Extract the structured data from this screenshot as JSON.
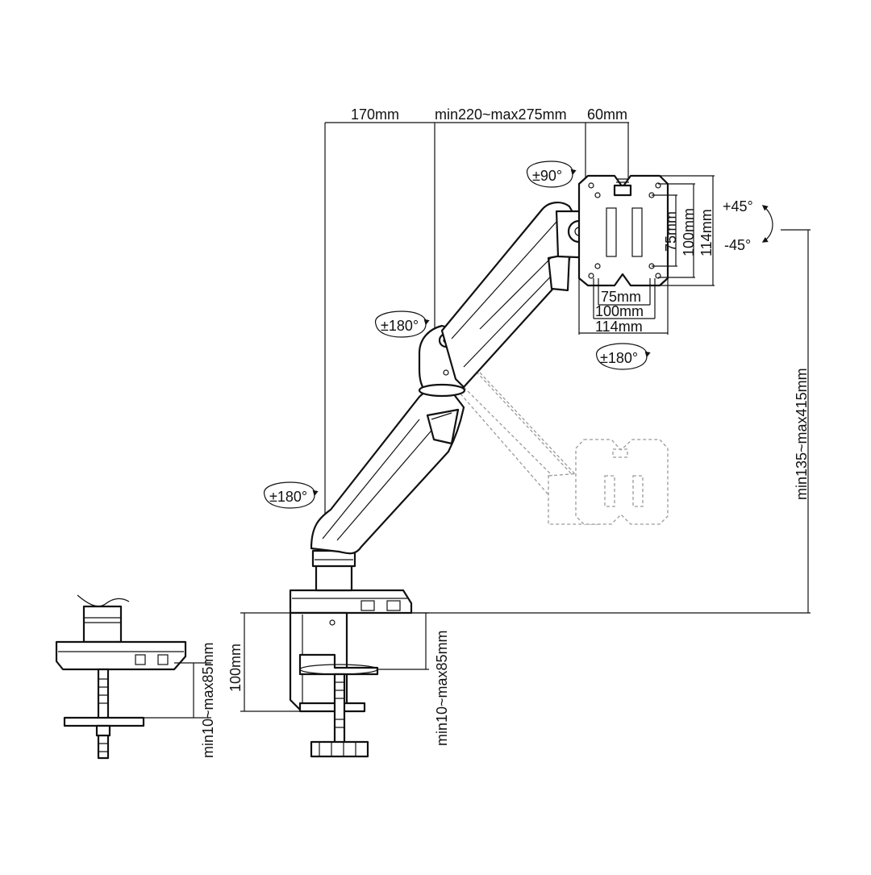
{
  "dimensions": {
    "arm_base_offset": "170mm",
    "arm_reach": "min220~max275mm",
    "head_depth": "60mm",
    "height_range": "min135~max415mm",
    "clamp_height": "100mm",
    "clamp_range_main": "min10~max85mm",
    "clamp_range_detail": "min10~max85mm"
  },
  "vesa": {
    "h_75": "75mm",
    "h_100": "100mm",
    "h_114": "114mm",
    "v_75": "75mm",
    "v_100": "100mm",
    "v_114": "114mm"
  },
  "rotations": {
    "head_swivel": "±90°",
    "tilt_up": "+45°",
    "tilt_down": "-45°",
    "panel_rotate": "±180°",
    "elbow_swivel": "±180°",
    "base_swivel": "±180°"
  }
}
